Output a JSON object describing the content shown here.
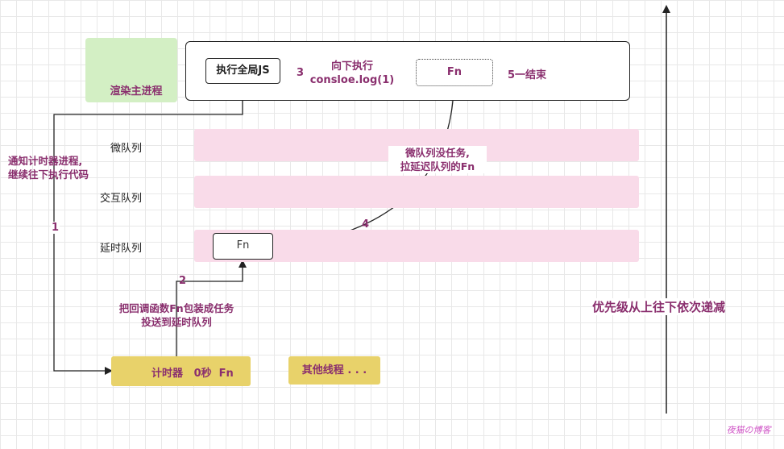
{
  "render_thread": {
    "label": "渲染主进程"
  },
  "main_thread": {
    "global_js": "执行全局JS",
    "step3": "3",
    "next_exec_line1": "向下执行",
    "next_exec_line2": "consloe.log(1)",
    "fn": "Fn",
    "step5": "5一结束"
  },
  "queues": {
    "micro": "微队列",
    "interaction": "交互队列",
    "delay": "延时队列",
    "delay_fn": "Fn"
  },
  "notes": {
    "notify_line1": "通知计时器进程,",
    "notify_line2": "继续往下执行代码",
    "step1": "1",
    "step2": "2",
    "package_line1": "把回调函数Fn包装成任务",
    "package_line2": "投送到延时队列",
    "step4": "4",
    "micro_empty_line1": "微队列没任务,",
    "micro_empty_line2": "拉延迟队列的Fn",
    "priority": "优先级从上往下依次递减"
  },
  "timer": {
    "text": "计时器   0秒  Fn"
  },
  "other_threads": {
    "label": "其他线程 . . ."
  },
  "watermark": {
    "text": "夜猫の博客"
  },
  "colors": {
    "accent": "#8a2f6e",
    "render_bg": "#d3efc4",
    "lane_bg": "#f9dbe9",
    "timer_bg": "#e8d26a",
    "line": "#222222"
  }
}
